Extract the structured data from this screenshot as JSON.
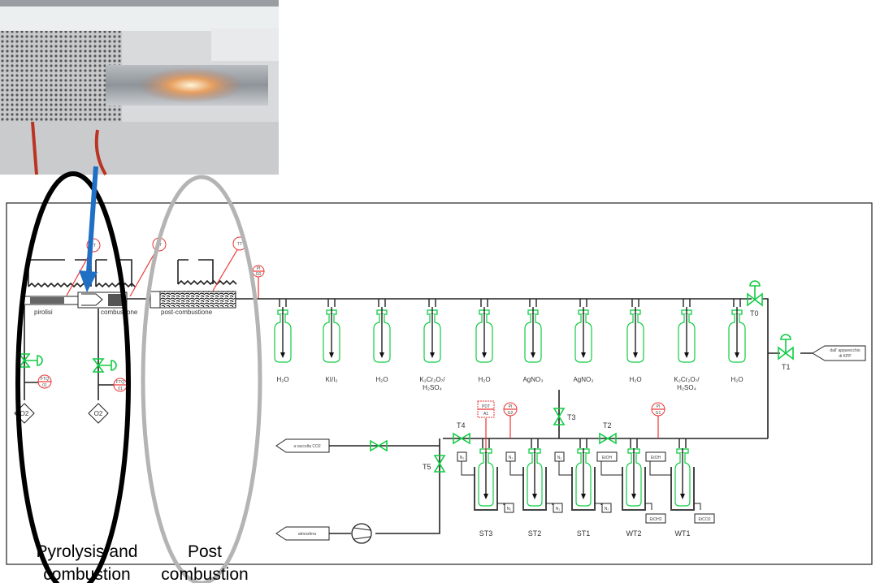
{
  "photo": {
    "description_label": "furnace-photo"
  },
  "reactor": {
    "pyrolysis_label": "pirolisi",
    "combustion_label": "combustione",
    "postcombustion_label": "post-combustione",
    "tt_labels": [
      "TT",
      "TT",
      "TT"
    ],
    "pi_g0": [
      "PI",
      "G0"
    ],
    "ftq": [
      [
        "FTQ",
        "01"
      ],
      [
        "FTQ",
        "01"
      ]
    ],
    "o2_labels": [
      "O2",
      "O2"
    ]
  },
  "bottles_top": [
    {
      "line1": "H₂O",
      "line2": ""
    },
    {
      "line1": "KI/I₂",
      "line2": ""
    },
    {
      "line1": "H₂O",
      "line2": ""
    },
    {
      "line1": "K₂Cr₂O₇/",
      "line2": "H₂SO₄"
    },
    {
      "line1": "H₂O",
      "line2": ""
    },
    {
      "line1": "AgNO₃",
      "line2": ""
    },
    {
      "line1": "AgNO₃",
      "line2": ""
    },
    {
      "line1": "H₂O",
      "line2": ""
    },
    {
      "line1": "K₂Cr₂O₇/",
      "line2": "H₂SO₄"
    },
    {
      "line1": "H₂O",
      "line2": ""
    }
  ],
  "traps": [
    {
      "label": "ST3"
    },
    {
      "label": "ST2"
    },
    {
      "label": "ST1"
    },
    {
      "label": "WT2"
    },
    {
      "label": "WT1"
    }
  ],
  "valves": {
    "t0": "T0",
    "t1": "T1",
    "t2": "T2",
    "t3": "T3",
    "t4": "T4",
    "t5": "T5"
  },
  "instruments": {
    "pdt": [
      "PDT",
      "A1"
    ],
    "pi_g2": [
      "PI",
      "G2"
    ],
    "pi_g1": [
      "PI",
      "G1"
    ]
  },
  "boxes": {
    "co2_out": "a raccolta CO2",
    "atmosphere": "atmosfera",
    "inlet": [
      "dall' apparecchio",
      "di KPP"
    ],
    "n2": "N₂",
    "etoh1": "EtOH",
    "etoh2": "EtOH",
    "etoh_out2": "EtOH2",
    "etco2_out1": "EtCO2"
  },
  "captions": {
    "pyro_line1": "Pyrolysis and",
    "pyro_line2": "combustion",
    "post_line1": "Post",
    "post_line2": "combustion"
  },
  "colors": {
    "ellipse_pyro": "#000000",
    "ellipse_post": "#b4b4b4",
    "arrow": "#1f6fc5",
    "valve": "#22cc44",
    "instrument": "#ee3333"
  }
}
